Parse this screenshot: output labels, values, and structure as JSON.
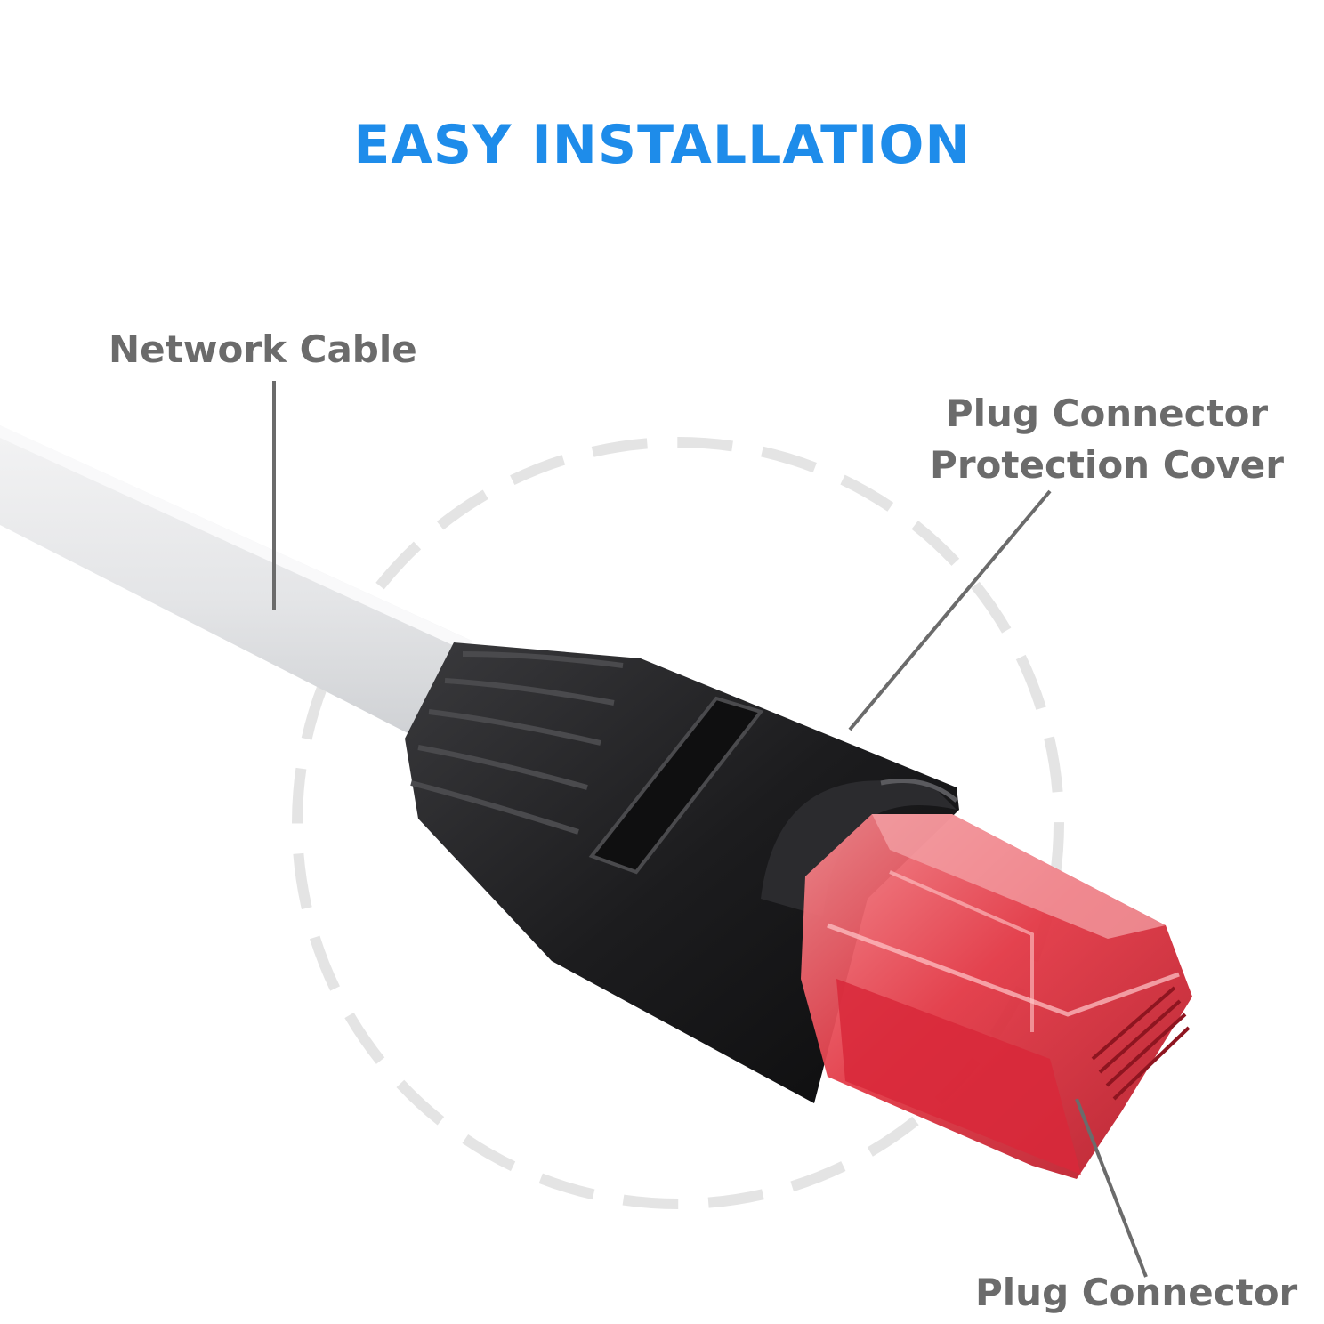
{
  "header": {
    "title": "EASY INSTALLATION",
    "title_color": "#1e8cea"
  },
  "callouts": {
    "network_cable": "Network Cable",
    "cover_line1": "Plug Connector",
    "cover_line2": "Protection Cover",
    "plug_connector": "Plug Connector"
  },
  "colors": {
    "label": "#6b6b6b",
    "cable": "#e6e7e9",
    "boot": "#1b1b1d",
    "plug": "#e0313d"
  }
}
